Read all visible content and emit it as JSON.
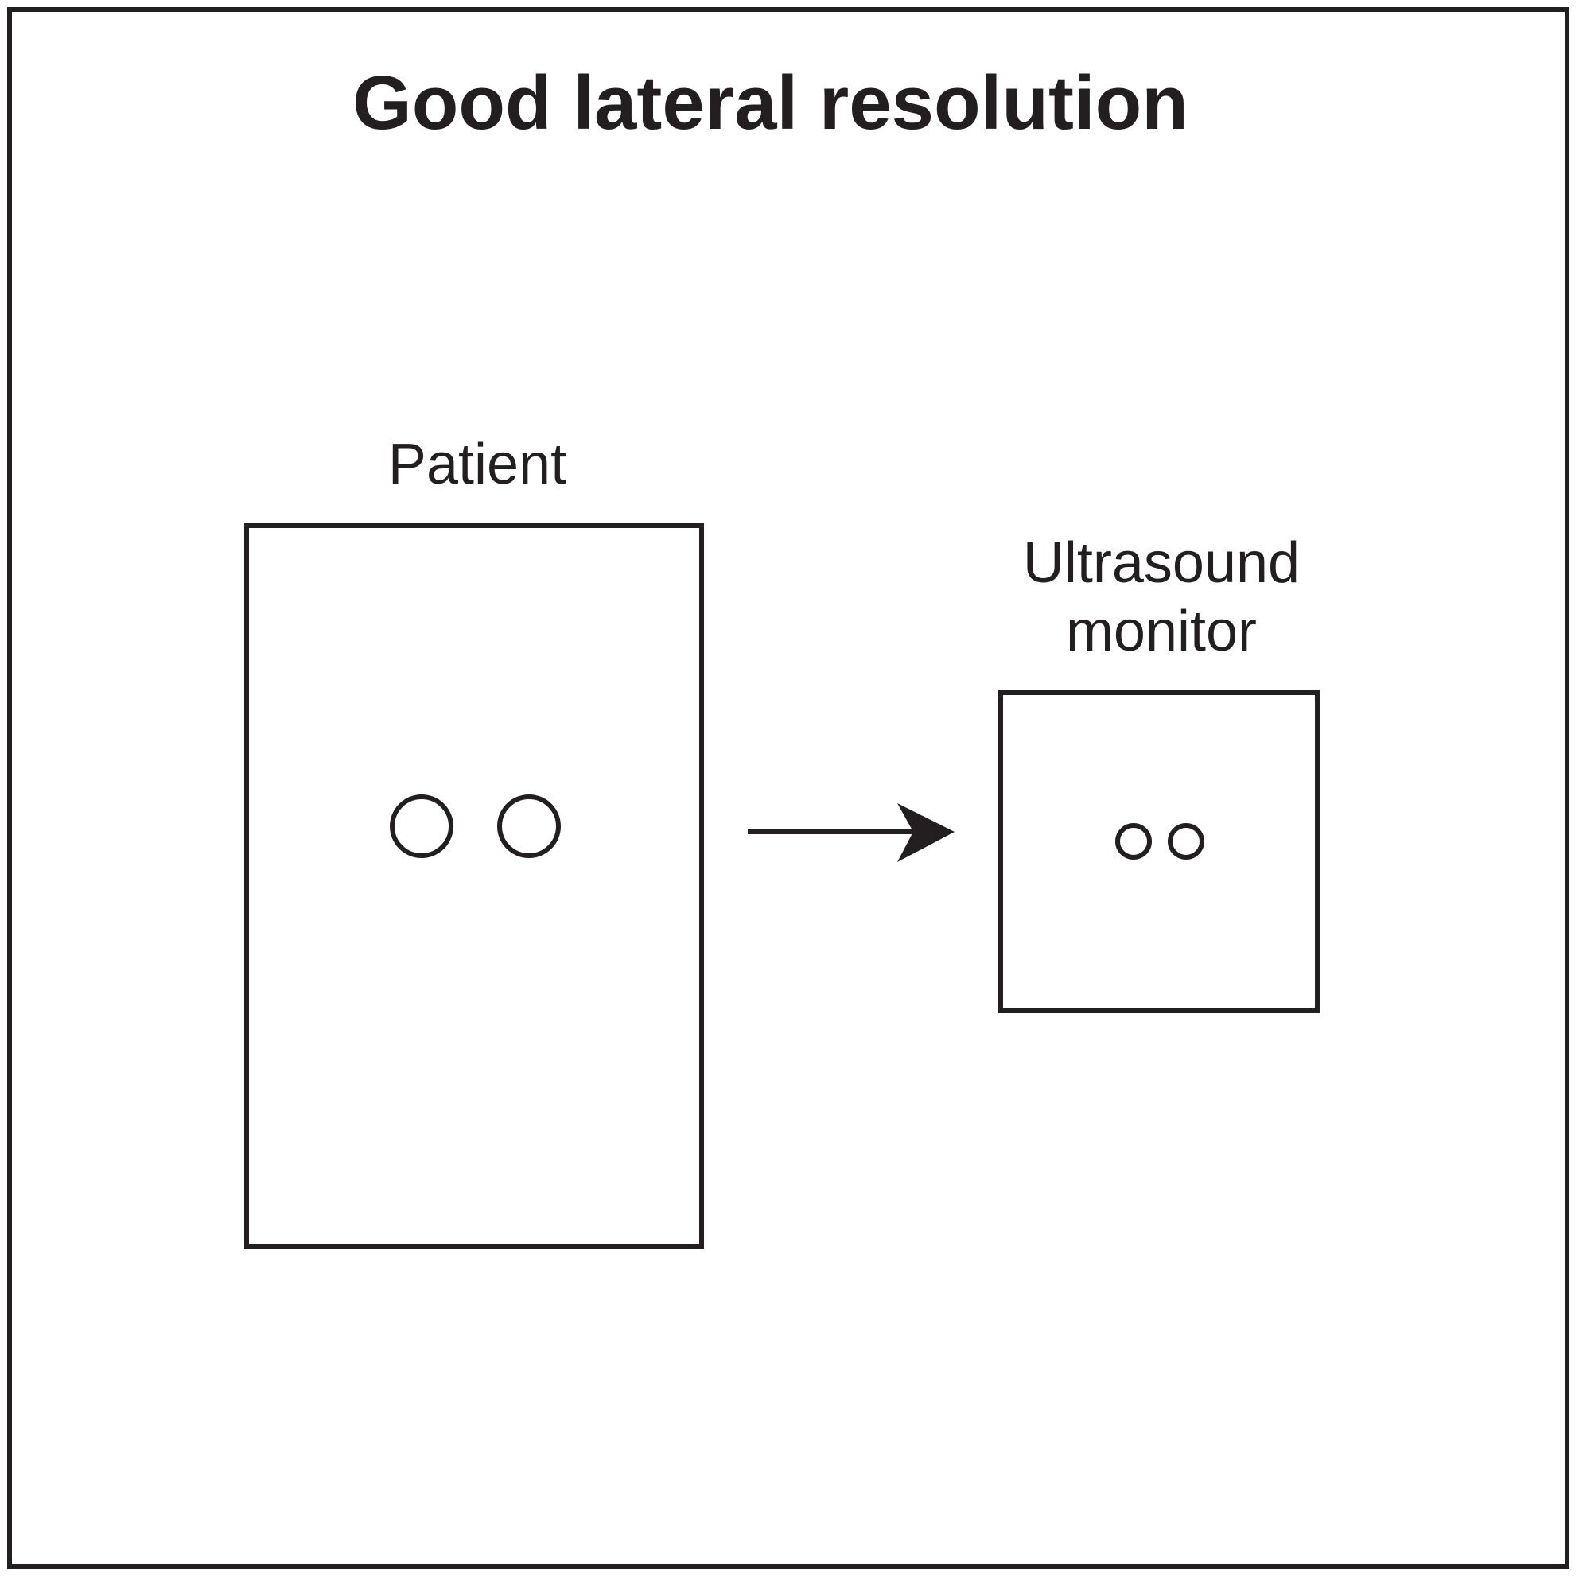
{
  "title": "Good lateral resolution",
  "patient": {
    "label": "Patient"
  },
  "monitor": {
    "label_line1": "Ultrasound",
    "label_line2": "monitor"
  },
  "colors": {
    "stroke": "#231f20",
    "background": "#ffffff"
  }
}
